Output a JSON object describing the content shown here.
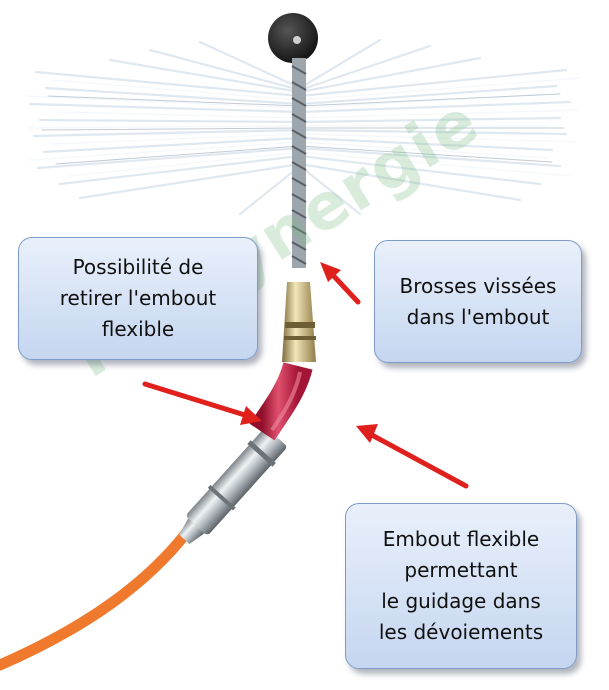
{
  "callouts": {
    "left": "Possibilité de\nretirer l'embout\nflexible",
    "right": "Brosses vissées\ndans l'embout",
    "bottom": "Embout flexible\npermettant\nle guidage dans\nles dévoiements"
  },
  "watermark": "ProSynergie",
  "colors": {
    "callout_fill_top": "#e9f0fb",
    "callout_fill_bottom": "#c5d6f0",
    "callout_border": "#7f9cc8",
    "arrow": "#e0201c",
    "rod": "#ef7a2d",
    "sleeve": "#c81f45",
    "bristles": "#e8f0f7",
    "watermark": "#78b982"
  }
}
